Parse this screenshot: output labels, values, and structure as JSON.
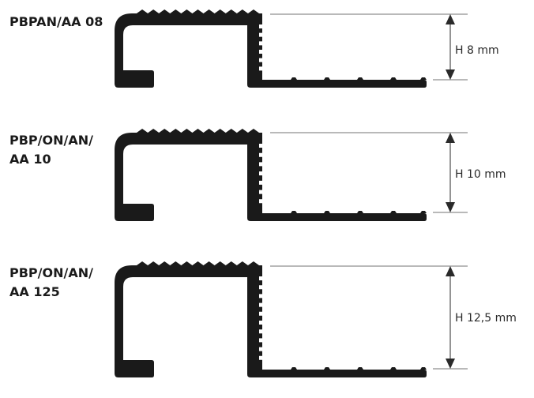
{
  "profiles": [
    {
      "name_lines": [
        "PBPAN/AA 08"
      ],
      "height_label": "H 8 mm",
      "height_mm": 8
    },
    {
      "name_lines": [
        "PBP/ON/AN/",
        "AA 10"
      ],
      "height_label": "H 10 mm",
      "height_mm": 10
    },
    {
      "name_lines": [
        "PBP/ON/AN/",
        "AA 125"
      ],
      "height_label": "H 12,5 mm",
      "height_mm": 12.5
    }
  ],
  "colors": {
    "profile": "#1a1a1a",
    "dimension": "#2a2a2a",
    "background": "#ffffff"
  }
}
